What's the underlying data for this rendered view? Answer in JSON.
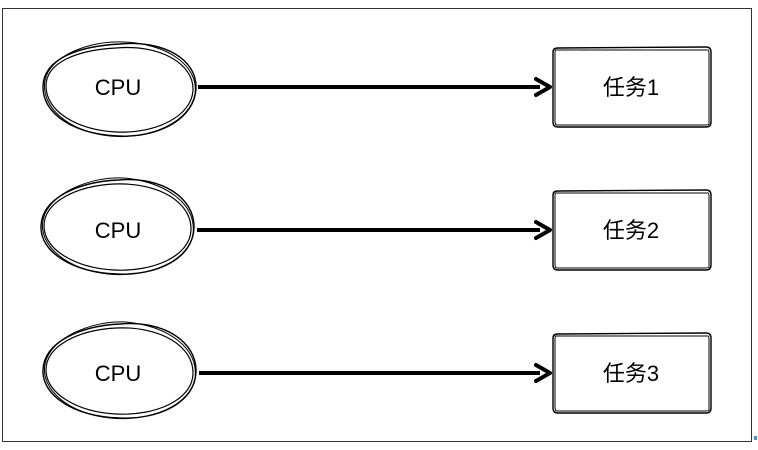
{
  "diagram": {
    "rows": [
      {
        "source": "CPU",
        "target": "任务1"
      },
      {
        "source": "CPU",
        "target": "任务2"
      },
      {
        "source": "CPU",
        "target": "任务3"
      }
    ]
  }
}
